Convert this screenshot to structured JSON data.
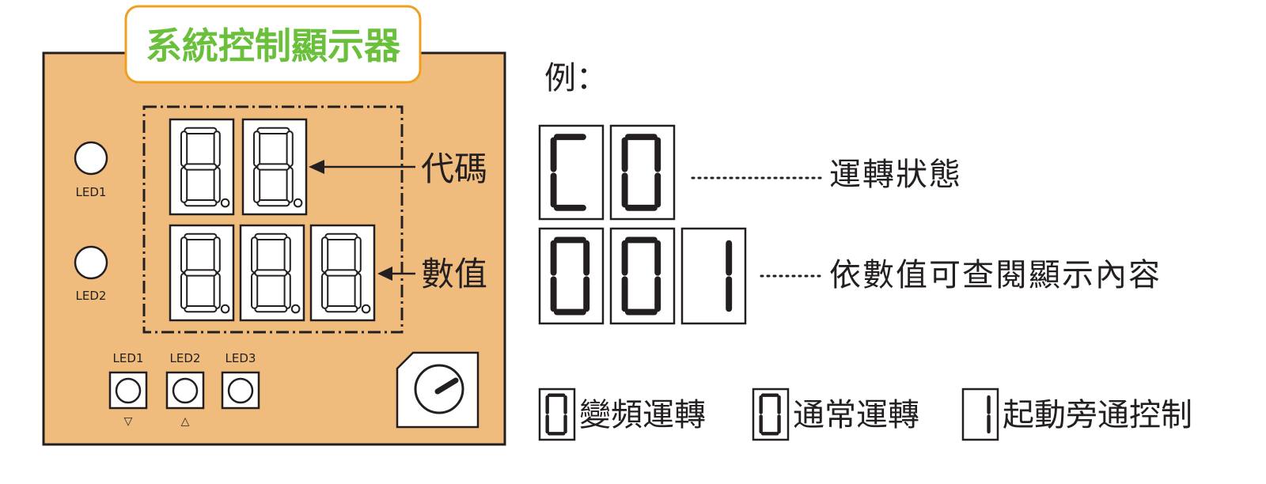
{
  "title": "系統控制顯示器",
  "left_panel": {
    "led_indicators": [
      "LED1",
      "LED2"
    ],
    "code_label": "代碼",
    "value_label": "數值",
    "code_digits": [
      "8.",
      "8."
    ],
    "value_digits": [
      "8.",
      "8.",
      "8."
    ],
    "buttons": [
      {
        "label": "LED1",
        "arrow": "▽"
      },
      {
        "label": "LED2",
        "arrow": "△"
      },
      {
        "label": "LED3",
        "arrow": ""
      }
    ]
  },
  "example": {
    "heading": "例：",
    "code_display": [
      "C",
      "0"
    ],
    "code_desc": "運轉狀態",
    "value_display": [
      "0",
      "0",
      "1"
    ],
    "value_desc": "依數值可查閱顯示內容"
  },
  "legend": [
    {
      "digit": "0",
      "text": "變頻運轉"
    },
    {
      "digit": "0",
      "text": "通常運轉"
    },
    {
      "digit": "1",
      "text": "起動旁通控制"
    }
  ],
  "colors": {
    "panel": "#efbc7e",
    "title_text": "#6abf3b",
    "title_border": "#f0a020",
    "stroke": "#231f20"
  }
}
